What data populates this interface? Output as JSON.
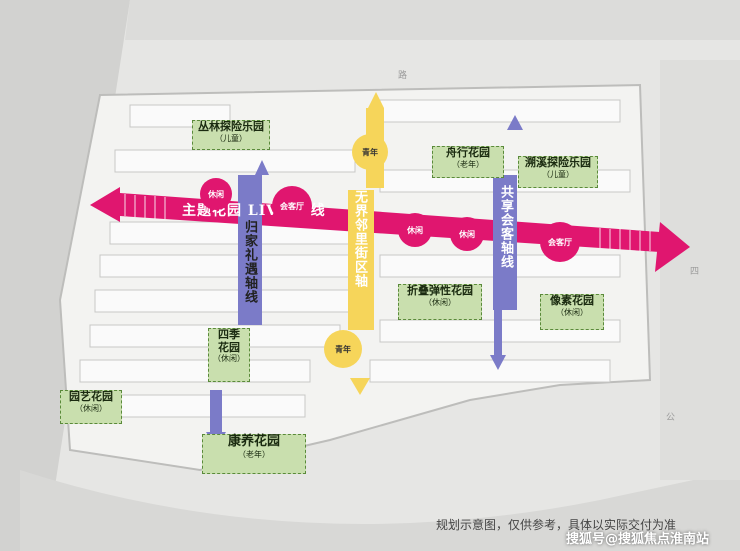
{
  "axes": {
    "main": "主题花园 LIVE 轴线",
    "guijia": "归家礼遇轴线",
    "neighborhood": "无界邻里街区轴",
    "shared": "共享会客轴线"
  },
  "tags": {
    "xiuxian": "休闲",
    "huikeiting": "会客厅",
    "qingnian": "青年"
  },
  "gardens": [
    {
      "name": "丛林探险乐园",
      "sub": "（儿童）"
    },
    {
      "name": "舟行花园",
      "sub": "（老年）"
    },
    {
      "name": "溯溪探险乐园",
      "sub": "（儿童）"
    },
    {
      "name": "折叠弹性花园",
      "sub": "（休闲）"
    },
    {
      "name": "像素花园",
      "sub": "（休闲）"
    },
    {
      "name": "四季花园",
      "sub": "（休闲）"
    },
    {
      "name": "园艺花园",
      "sub": "（休闲）"
    },
    {
      "name": "康养花园",
      "sub": "（老年）"
    }
  ],
  "roads": {
    "top": "路",
    "right": "四",
    "bottom": "公"
  },
  "disclaimer": "规划示意图，仅供参考，具体以实际交付为准",
  "watermark": "搜狐号@搜狐焦点淮南站",
  "colors": {
    "pink_axis": "#e0166f",
    "yellow_axis": "#f6d55a",
    "purple_axis": "#7b7bc8",
    "garden_fill": "#c9dfae"
  }
}
